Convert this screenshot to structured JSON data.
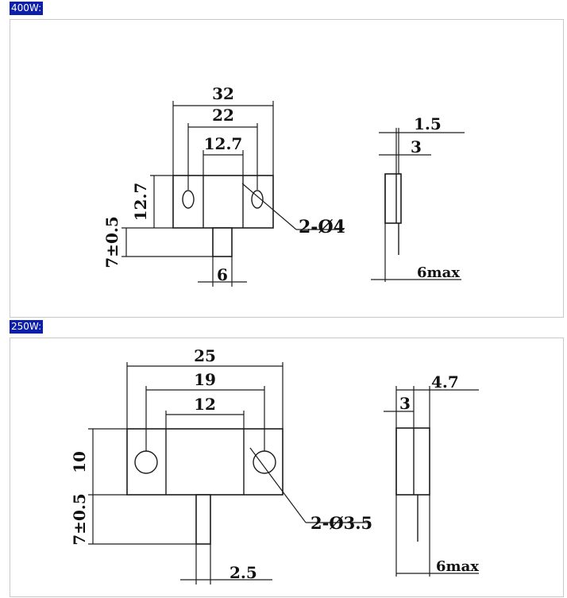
{
  "sections": [
    {
      "tag": "400W:",
      "dims": {
        "overall_width": "32",
        "hole_spacing": "22",
        "center_width": "12.7",
        "height": "12.7",
        "lead_length": "7±0.5",
        "holes": "2-Ø4",
        "lead_width": "6",
        "side_lead": "1.5",
        "side_thickness": "3",
        "side_max": "6max"
      }
    },
    {
      "tag": "250W:",
      "dims": {
        "overall_width": "25",
        "hole_spacing": "19",
        "center_width": "12",
        "height": "10",
        "lead_length": "7±0.5",
        "holes": "2-Ø3.5",
        "lead_width": "2.5",
        "side_lead": "4.7",
        "side_thickness": "3",
        "side_max": "6max"
      }
    }
  ]
}
